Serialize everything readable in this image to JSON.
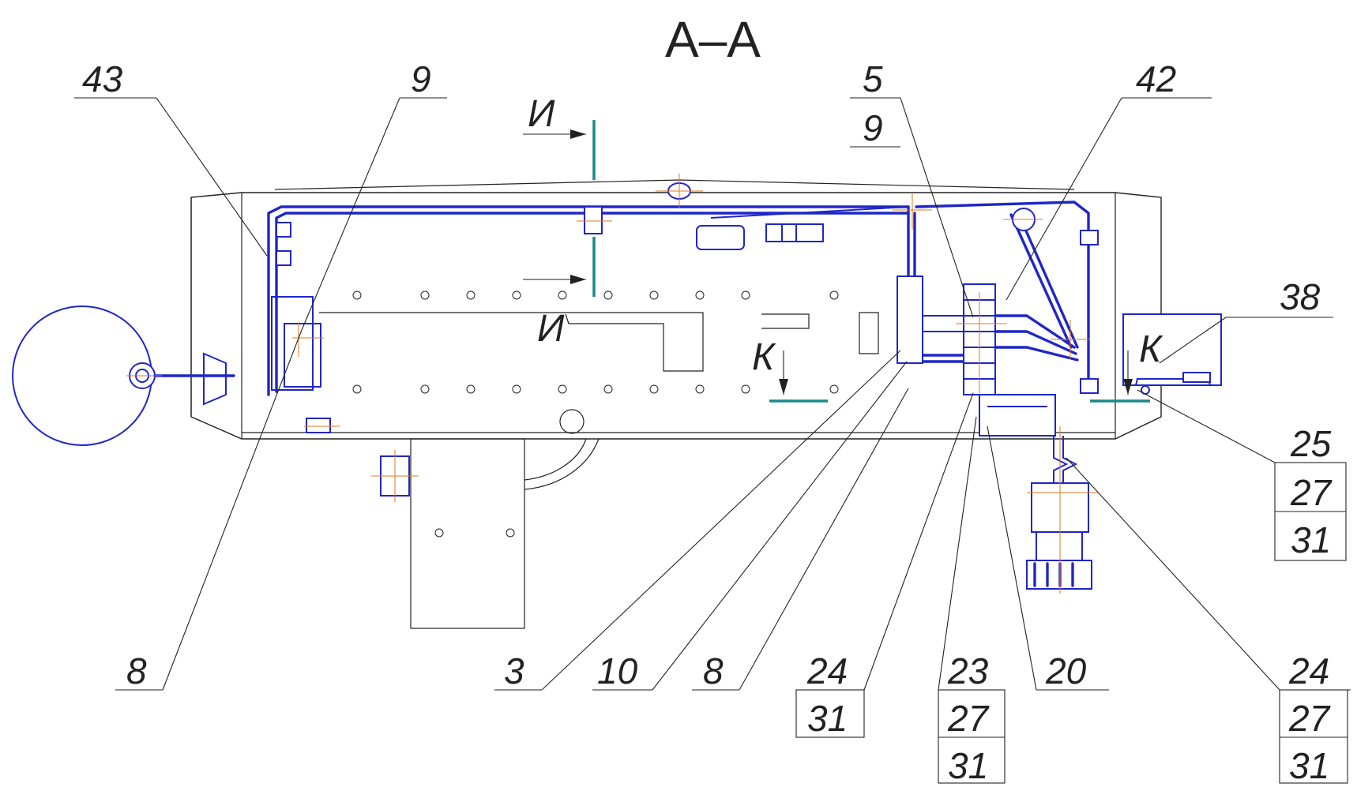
{
  "title": "А–А",
  "section_marks": {
    "i": "И",
    "k": "К"
  },
  "callouts": {
    "c43": "43",
    "c9_left": "9",
    "c5": "5",
    "c9_right": "9",
    "c42": "42",
    "c38": "38",
    "c25": "25",
    "c27_a": "27",
    "c31_a": "31",
    "c8_left": "8",
    "c3": "3",
    "c10": "10",
    "c8_mid": "8",
    "c24_a": "24",
    "c31_b": "31",
    "c23": "23",
    "c27_b": "27",
    "c31_c": "31",
    "c20": "20",
    "c24_b": "24",
    "c27_c": "27",
    "c31_d": "31"
  }
}
